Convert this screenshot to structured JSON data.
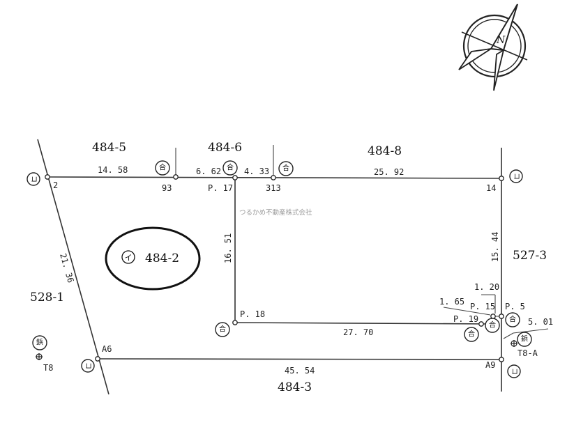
{
  "watermark": "つるかめ不動産株式会社",
  "compass": {
    "letter": "N"
  },
  "parcels": {
    "p484_5": "484-5",
    "p484_6": "484-6",
    "p484_8": "484-8",
    "p527_3": "527-3",
    "p528_1": "528-1",
    "p484_3": "484-3",
    "subject": "484-2",
    "subject_mark": "イ"
  },
  "points": {
    "p2": "2",
    "p93": "93",
    "p17": "P. 17",
    "p313": "313",
    "p14": "14",
    "p18": "P. 18",
    "p15": "P. 15",
    "p5": "P. 5",
    "p19": "P. 19",
    "a6": "A6",
    "a9": "A9",
    "t8": "T8",
    "t8a": "T8-A"
  },
  "distances": {
    "d1458": "14. 58",
    "d662": "6. 62",
    "d433": "4. 33",
    "d2592": "25. 92",
    "d1651": "16. 51",
    "d1544": "15. 44",
    "d2136": "21. 36",
    "d2770": "27. 70",
    "d4554": "45. 54",
    "d120": "1. 20",
    "d165": "1. 65",
    "d501": "5. 01"
  },
  "markers": {
    "go": "合",
    "ko": "コ",
    "tetsu": "鋲"
  }
}
